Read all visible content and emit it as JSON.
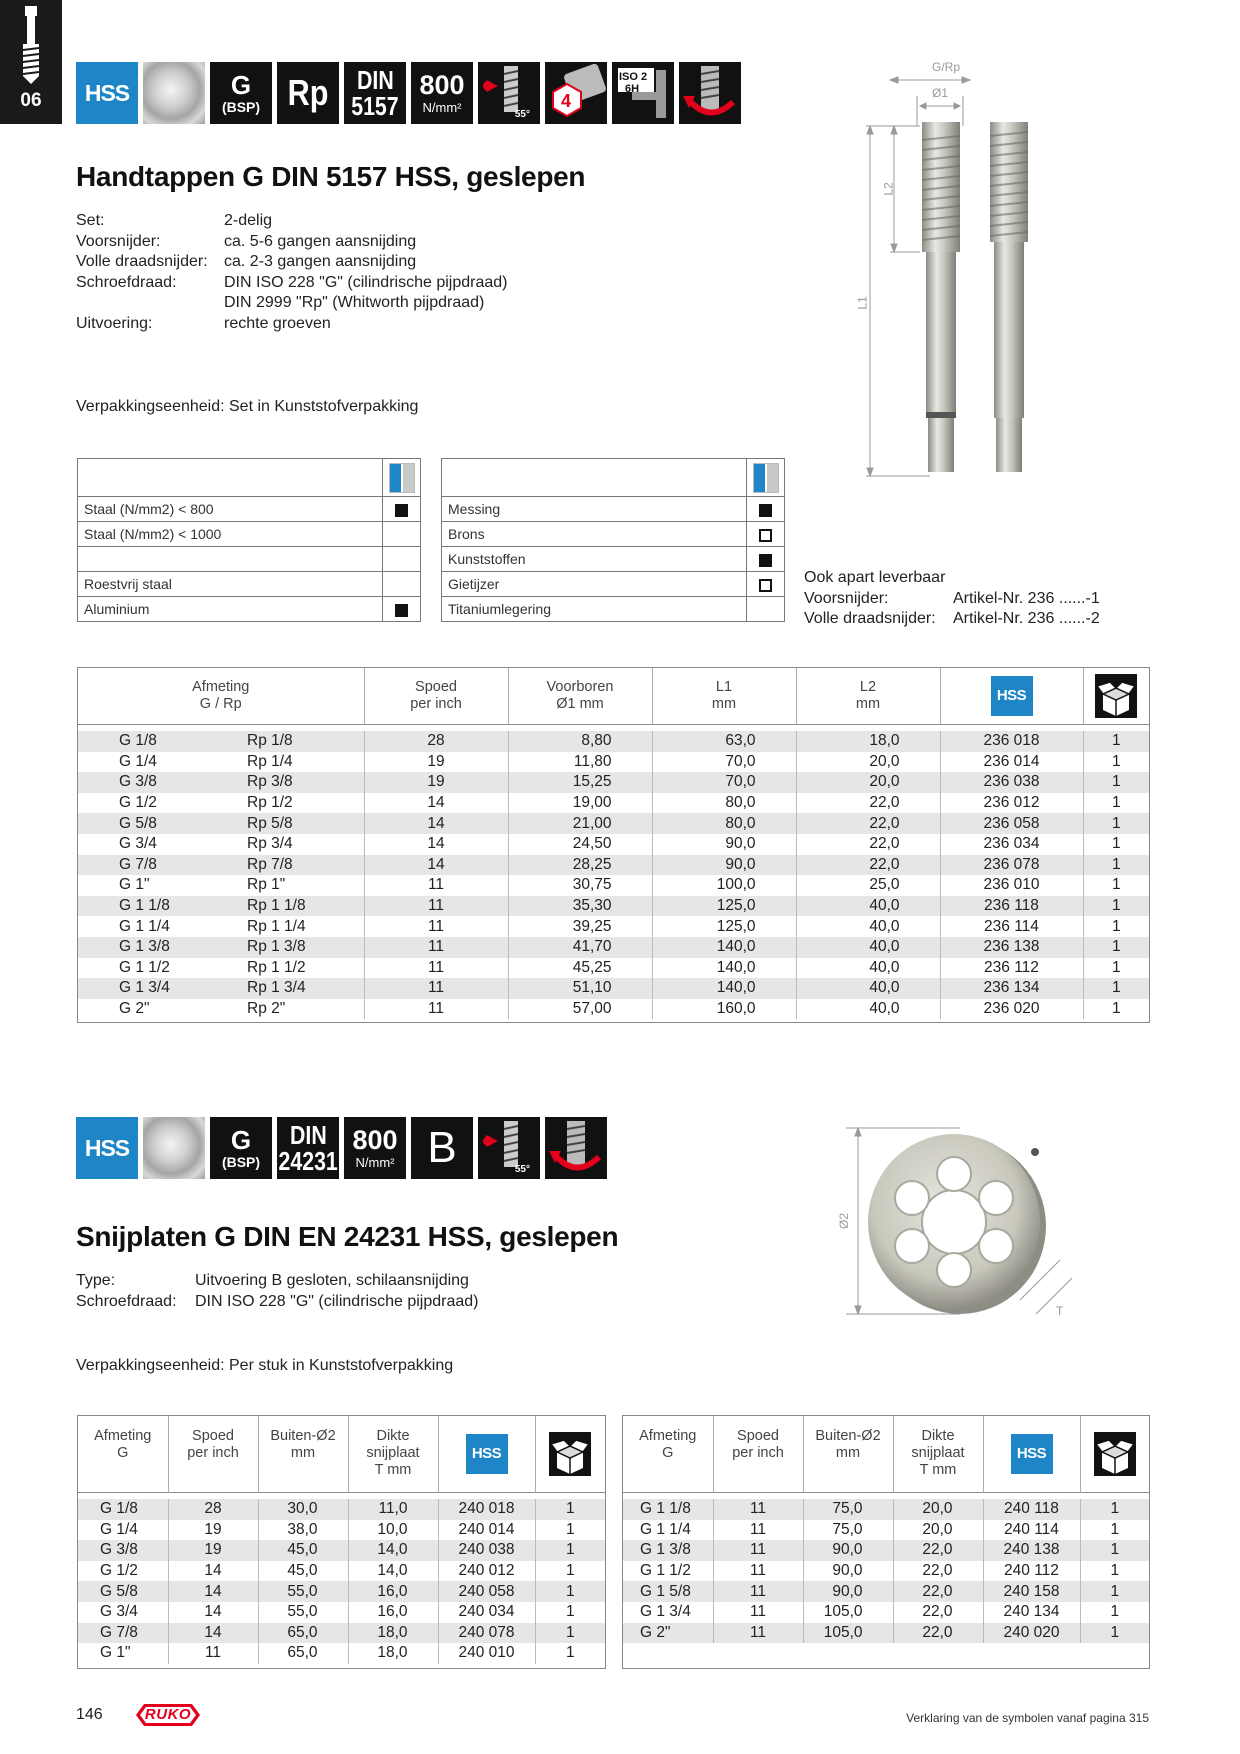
{
  "chapter": {
    "number": "06"
  },
  "section1": {
    "icons": {
      "hss": "HSS",
      "g": "G",
      "g_sub": "(BSP)",
      "rp": "Rp",
      "din_top": "DIN",
      "din_num": "5157",
      "strength": "800",
      "strength_unit": "N/mm²",
      "angle": "55°",
      "square_num": "4",
      "iso_top": "ISO 2",
      "iso_bottom": "6H"
    },
    "title": "Handtappen G DIN 5157 HSS, geslepen",
    "specs": [
      {
        "label": "Set:",
        "value": "2-delig"
      },
      {
        "label": "Voorsnijder:",
        "value": "ca. 5-6 gangen aansnijding"
      },
      {
        "label": "Volle draadsnijder:",
        "value": "ca. 2-3 gangen aansnijding"
      },
      {
        "label": "Schroefdraad:",
        "value": "DIN ISO 228 \"G\" (cilindrische pijpdraad)"
      },
      {
        "label": "",
        "value": "DIN 2999 \"Rp\" (Whitworth pijpdraad)"
      },
      {
        "label": "Uitvoering:",
        "value": "rechte groeven"
      }
    ],
    "packaging": "Verpakkingseenheid: Set in Kunststofverpakking",
    "drawing_labels": {
      "g_rp": "G/Rp",
      "d1": "Ø1",
      "l1": "L1",
      "l2": "L2"
    },
    "materials_left": [
      {
        "name": "Staal (N/mm2) < 800",
        "mark": "full"
      },
      {
        "name": "Staal (N/mm2) < 1000",
        "mark": "none"
      },
      {
        "name": "",
        "mark": "none"
      },
      {
        "name": "Roestvrij staal",
        "mark": "none"
      },
      {
        "name": "Aluminium",
        "mark": "full"
      }
    ],
    "materials_right": [
      {
        "name": "Messing",
        "mark": "full"
      },
      {
        "name": "Brons",
        "mark": "empty"
      },
      {
        "name": "Kunststoffen",
        "mark": "full"
      },
      {
        "name": "Gietijzer",
        "mark": "empty"
      },
      {
        "name": "Titaniumlegering",
        "mark": "none"
      }
    ],
    "separately": {
      "heading": "Ook apart leverbaar",
      "rows": [
        {
          "label": "Voorsnijder:",
          "value": "Artikel-Nr. 236 ......-1"
        },
        {
          "label": "Volle draadsnijder:",
          "value": "Artikel-Nr. 236 ......-2"
        }
      ]
    },
    "table": {
      "headers": {
        "size_1": "Afmeting",
        "size_2": "G / Rp",
        "tpi_1": "Spoed",
        "tpi_2": "per inch",
        "pre_1": "Voorboren",
        "pre_2": "Ø1 mm",
        "l1_1": "L1",
        "l1_2": "mm",
        "l2_1": "L2",
        "l2_2": "mm",
        "hss": "HSS"
      },
      "rows": [
        [
          "G 1/8",
          "Rp 1/8",
          "28",
          "8,80",
          "63,0",
          "18,0",
          "236 018",
          "1"
        ],
        [
          "G 1/4",
          "Rp 1/4",
          "19",
          "11,80",
          "70,0",
          "20,0",
          "236 014",
          "1"
        ],
        [
          "G 3/8",
          "Rp 3/8",
          "19",
          "15,25",
          "70,0",
          "20,0",
          "236 038",
          "1"
        ],
        [
          "G 1/2",
          "Rp 1/2",
          "14",
          "19,00",
          "80,0",
          "22,0",
          "236 012",
          "1"
        ],
        [
          "G 5/8",
          "Rp 5/8",
          "14",
          "21,00",
          "80,0",
          "22,0",
          "236 058",
          "1"
        ],
        [
          "G 3/4",
          "Rp 3/4",
          "14",
          "24,50",
          "90,0",
          "22,0",
          "236 034",
          "1"
        ],
        [
          "G 7/8",
          "Rp 7/8",
          "14",
          "28,25",
          "90,0",
          "22,0",
          "236 078",
          "1"
        ],
        [
          "G 1\"",
          "Rp 1\"",
          "11",
          "30,75",
          "100,0",
          "25,0",
          "236 010",
          "1"
        ],
        [
          "G 1 1/8",
          "Rp 1 1/8",
          "11",
          "35,30",
          "125,0",
          "40,0",
          "236 118",
          "1"
        ],
        [
          "G 1 1/4",
          "Rp 1 1/4",
          "11",
          "39,25",
          "125,0",
          "40,0",
          "236 114",
          "1"
        ],
        [
          "G 1 3/8",
          "Rp 1 3/8",
          "11",
          "41,70",
          "140,0",
          "40,0",
          "236 138",
          "1"
        ],
        [
          "G 1 1/2",
          "Rp 1 1/2",
          "11",
          "45,25",
          "140,0",
          "40,0",
          "236 112",
          "1"
        ],
        [
          "G 1 3/4",
          "Rp 1 3/4",
          "11",
          "51,10",
          "140,0",
          "40,0",
          "236 134",
          "1"
        ],
        [
          "G 2\"",
          "Rp 2\"",
          "11",
          "57,00",
          "160,0",
          "40,0",
          "236 020",
          "1"
        ]
      ]
    }
  },
  "section2": {
    "icons": {
      "hss": "HSS",
      "g": "G",
      "g_sub": "(BSP)",
      "din_top": "DIN",
      "din_num": "24231",
      "strength": "800",
      "strength_unit": "N/mm²",
      "form": "B",
      "angle": "55°"
    },
    "title": "Snijplaten G DIN EN 24231 HSS, geslepen",
    "specs": [
      {
        "label": "Type:",
        "value": "Uitvoering B gesloten, schilaansnijding"
      },
      {
        "label": "Schroefdraad:",
        "value": "DIN ISO 228 \"G\" (cilindrische pijpdraad)"
      }
    ],
    "packaging": "Verpakkingseenheid: Per stuk in Kunststofverpakking",
    "drawing_labels": {
      "d2": "Ø2",
      "t": "T"
    },
    "table_left": {
      "headers": {
        "size_1": "Afmeting",
        "size_2": "G",
        "tpi_1": "Spoed",
        "tpi_2": "per inch",
        "od_1": "Buiten-Ø2",
        "od_2": "mm",
        "th_1": "Dikte",
        "th_2": "snijplaat",
        "th_3": "T mm",
        "hss": "HSS"
      },
      "rows": [
        [
          "G 1/8",
          "28",
          "30,0",
          "11,0",
          "240 018",
          "1"
        ],
        [
          "G 1/4",
          "19",
          "38,0",
          "10,0",
          "240 014",
          "1"
        ],
        [
          "G 3/8",
          "19",
          "45,0",
          "14,0",
          "240 038",
          "1"
        ],
        [
          "G 1/2",
          "14",
          "45,0",
          "14,0",
          "240 012",
          "1"
        ],
        [
          "G 5/8",
          "14",
          "55,0",
          "16,0",
          "240 058",
          "1"
        ],
        [
          "G 3/4",
          "14",
          "55,0",
          "16,0",
          "240 034",
          "1"
        ],
        [
          "G 7/8",
          "14",
          "65,0",
          "18,0",
          "240 078",
          "1"
        ],
        [
          "G 1\"",
          "11",
          "65,0",
          "18,0",
          "240 010",
          "1"
        ]
      ]
    },
    "table_right": {
      "headers": {
        "size_1": "Afmeting",
        "size_2": "G",
        "tpi_1": "Spoed",
        "tpi_2": "per inch",
        "od_1": "Buiten-Ø2",
        "od_2": "mm",
        "th_1": "Dikte",
        "th_2": "snijplaat",
        "th_3": "T mm",
        "hss": "HSS"
      },
      "rows": [
        [
          "G 1 1/8",
          "11",
          "75,0",
          "20,0",
          "240 118",
          "1"
        ],
        [
          "G 1 1/4",
          "11",
          "75,0",
          "20,0",
          "240 114",
          "1"
        ],
        [
          "G 1 3/8",
          "11",
          "90,0",
          "22,0",
          "240 138",
          "1"
        ],
        [
          "G 1 1/2",
          "11",
          "90,0",
          "22,0",
          "240 112",
          "1"
        ],
        [
          "G 1 5/8",
          "11",
          "90,0",
          "22,0",
          "240 158",
          "1"
        ],
        [
          "G 1 3/4",
          "11",
          "105,0",
          "22,0",
          "240 134",
          "1"
        ],
        [
          "G 2\"",
          "11",
          "105,0",
          "22,0",
          "240 020",
          "1"
        ]
      ]
    }
  },
  "footer": {
    "page_number": "146",
    "brand": "RUKO",
    "note": "Verklaring van de symbolen vanaf pagina 315"
  },
  "colors": {
    "accent": "#1e86c6",
    "brand_red": "#e3001b",
    "dark": "#111111",
    "row_shade": "#e6e6e6"
  }
}
